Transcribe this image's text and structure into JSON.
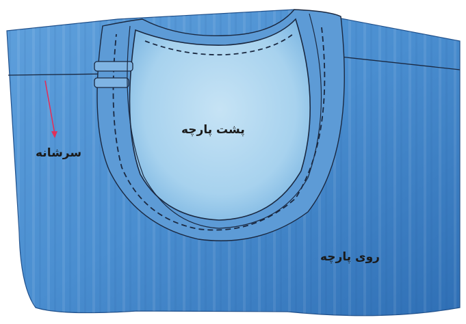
{
  "labels": {
    "fabric_back": "پشت پارچه",
    "shoulder": "سرشانه",
    "fabric_face": "روی پارچه"
  },
  "colors": {
    "fabric_outer": "#4a8ed0",
    "fabric_outer_dark": "#2f6fb5",
    "fabric_inner": "#9fcdeb",
    "fabric_inner_light": "#c6e3f5",
    "facing_band": "#5d9bd6",
    "stitch": "#1a2840",
    "pointer": "#e0305a",
    "text": "#1a1a1a"
  }
}
